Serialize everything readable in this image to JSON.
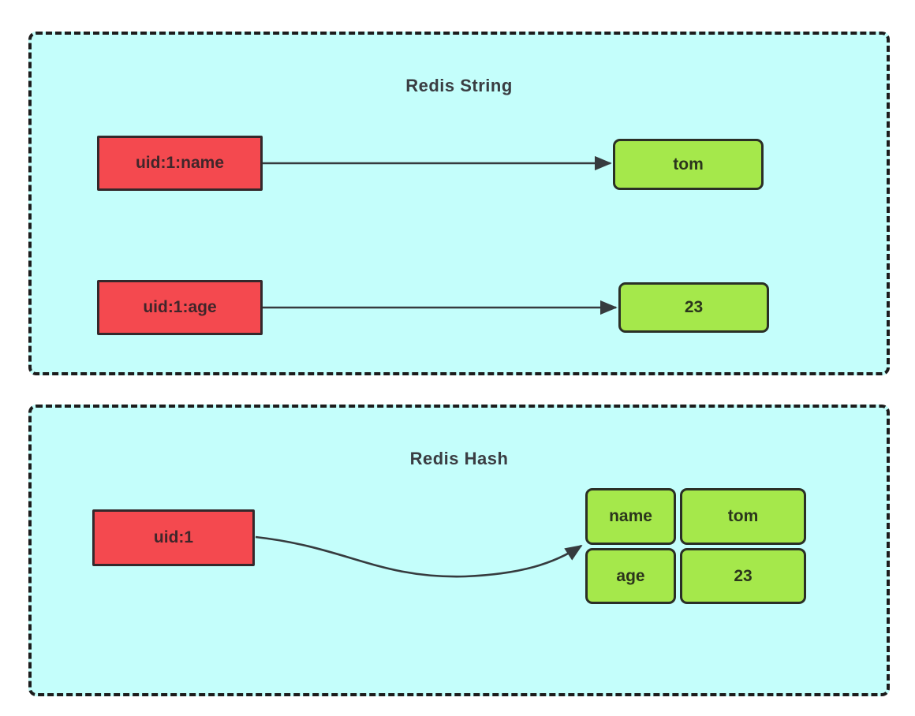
{
  "colors": {
    "page_bg": "#ffffff",
    "panel_bg": "#c4fefb",
    "panel_border": "#1c1c1c",
    "key_bg": "#f4494f",
    "key_border": "#33282b",
    "key_text": "#40262a",
    "value_bg": "#a5e84b",
    "value_border": "#2a2f26",
    "value_text": "#2b351c",
    "title_text": "#3a3d42",
    "arrow": "#363b3e"
  },
  "panels": [
    {
      "title": "Redis String",
      "rows": [
        {
          "key": "uid:1:name",
          "value": "tom"
        },
        {
          "key": "uid:1:age",
          "value": "23"
        }
      ]
    },
    {
      "title": "Redis Hash",
      "key": "uid:1",
      "table": {
        "rows": [
          {
            "field": "name",
            "value": "tom"
          },
          {
            "field": "age",
            "value": "23"
          }
        ]
      }
    }
  ]
}
